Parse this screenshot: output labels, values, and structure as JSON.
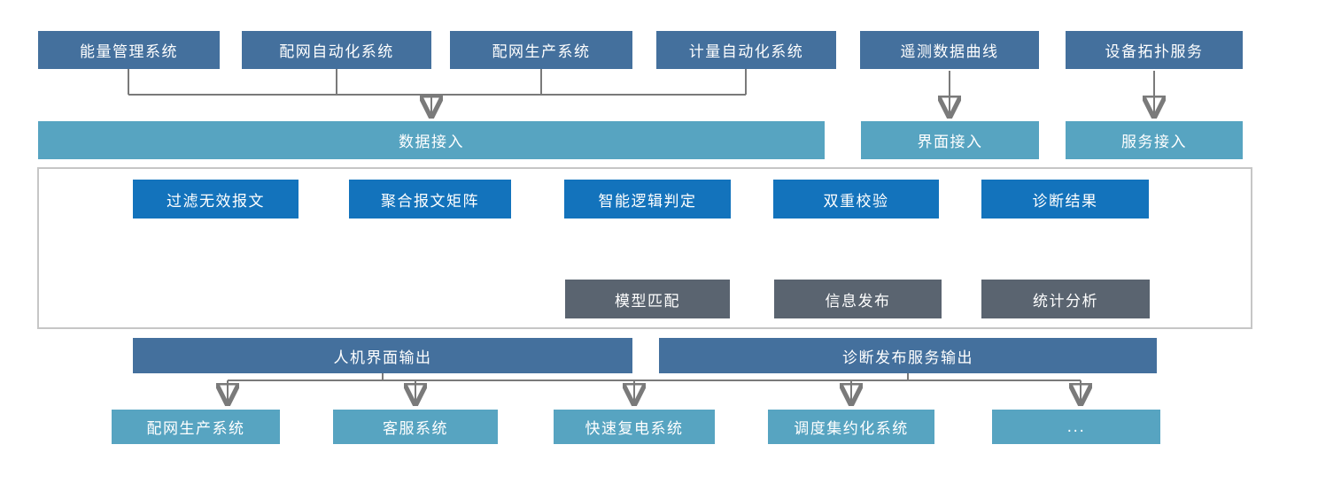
{
  "colors": {
    "box_dark_blue": "#44709D",
    "box_teal": "#57A4C1",
    "box_bright_blue": "#1373BC",
    "box_gray": "#5A6470",
    "connector_gray": "#7A7A7A",
    "container_border": "#C6C6C6",
    "text_white": "#FFFFFF"
  },
  "sources": {
    "items": [
      "能量管理系统",
      "配网自动化系统",
      "配网生产系统",
      "计量自动化系统",
      "遥测数据曲线",
      "设备拓扑服务"
    ]
  },
  "access": {
    "data": "数据接入",
    "ui": "界面接入",
    "service": "服务接入"
  },
  "pipeline": {
    "steps": [
      "过滤无效报文",
      "聚合报文矩阵",
      "智能逻辑判定",
      "双重校验",
      "诊断结果"
    ],
    "results": [
      "模型匹配",
      "信息发布",
      "统计分析"
    ]
  },
  "outputs": {
    "hmi": "人机界面输出",
    "service": "诊断发布服务输出"
  },
  "targets": {
    "items": [
      "配网生产系统",
      "客服系统",
      "快速复电系统",
      "调度集约化系统",
      "..."
    ]
  }
}
